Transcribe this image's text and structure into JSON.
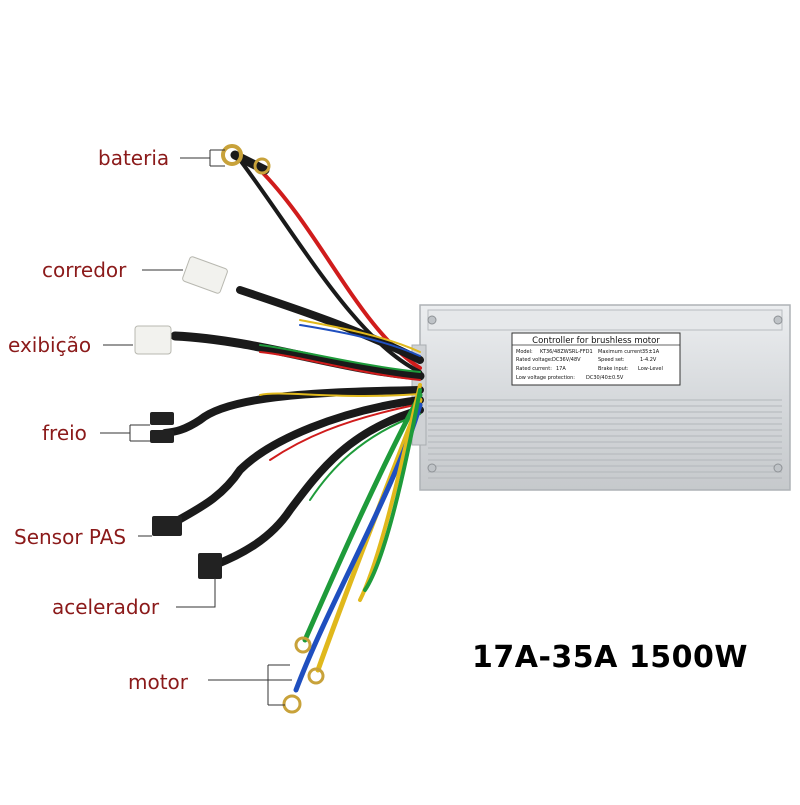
{
  "product_headline": "17A-35A 1500W",
  "labels": {
    "bateria": "bateria",
    "corredor": "corredor",
    "exibicao": "exibição",
    "freio": "freio",
    "sensor_pas": "Sensor PAS",
    "acelerador": "acelerador",
    "motor": "motor"
  },
  "nameplate": {
    "title": "Controller for brushless motor",
    "rows": [
      {
        "k1": "Model:",
        "v1": "KT36/48ZWSRL-FFD1",
        "k2": "Maximum current:",
        "v2": "35±1A"
      },
      {
        "k1": "Rated voltage:",
        "v1": "DC36V/48V",
        "k2": "Speed set:",
        "v2": "1-4.2V"
      },
      {
        "k1": "Rated current:",
        "v1": "17A",
        "k2": "Brake input:",
        "v2": "Low-Level"
      },
      {
        "k1": "Low voltage protection:",
        "v1": "DC30/40±0.5V",
        "k2": "",
        "v2": ""
      }
    ]
  },
  "colors": {
    "label_text": "#8b1a1a",
    "wire_red": "#d01c1c",
    "wire_black": "#1a1a1a",
    "wire_yellow": "#e0b81c",
    "wire_green": "#1e9b3a",
    "wire_blue": "#1f4fbf",
    "housing": "#d9dcdf"
  }
}
